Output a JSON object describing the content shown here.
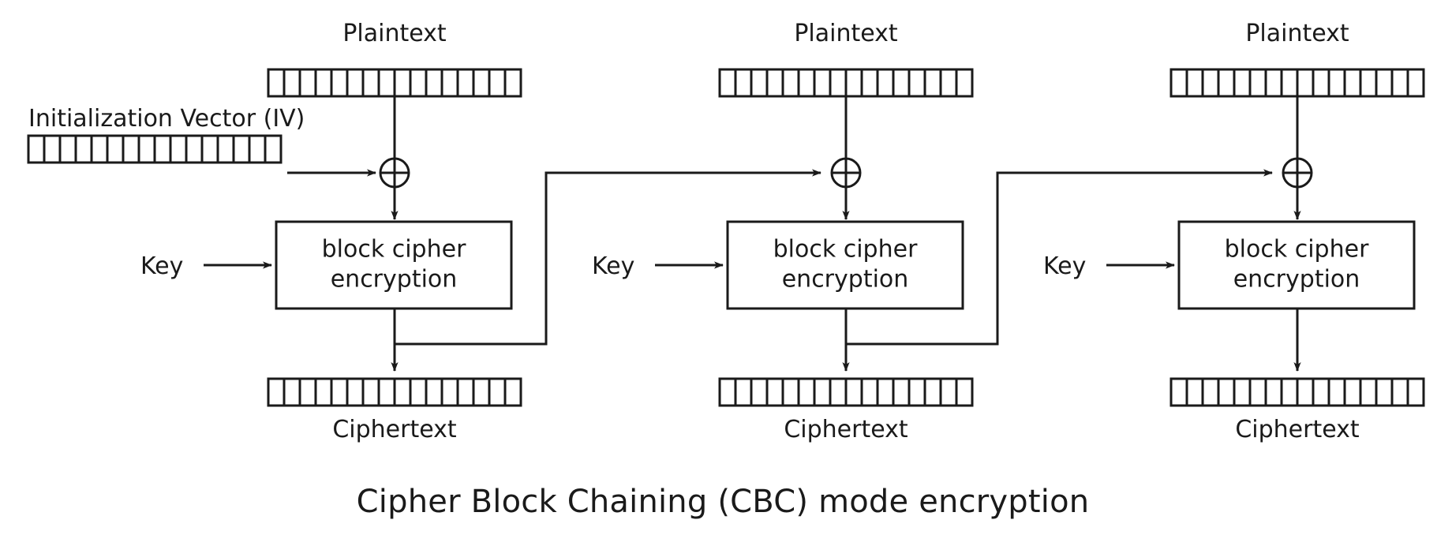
{
  "diagram": {
    "title": "Cipher Block Chaining (CBC) mode encryption",
    "iv_label": "Initialization Vector (IV)",
    "bit_cells_per_block": 16,
    "colors": {
      "stroke": "#1a1a1a",
      "text": "#1a1a1a",
      "background": "#ffffff"
    },
    "blocks": [
      {
        "index": 1,
        "plaintext_label": "Plaintext",
        "key_label": "Key",
        "cipher_line1": "block cipher",
        "cipher_line2": "encryption",
        "ciphertext_label": "Ciphertext",
        "has_feedback_out": true,
        "input_source": "Initialization Vector (IV)"
      },
      {
        "index": 2,
        "plaintext_label": "Plaintext",
        "key_label": "Key",
        "cipher_line1": "block cipher",
        "cipher_line2": "encryption",
        "ciphertext_label": "Ciphertext",
        "has_feedback_out": true,
        "input_source": "Ciphertext 1"
      },
      {
        "index": 3,
        "plaintext_label": "Plaintext",
        "key_label": "Key",
        "cipher_line1": "block cipher",
        "cipher_line2": "encryption",
        "ciphertext_label": "Ciphertext",
        "has_feedback_out": false,
        "input_source": "Ciphertext 2"
      }
    ],
    "xor_symbol": "xor-circle-plus"
  }
}
